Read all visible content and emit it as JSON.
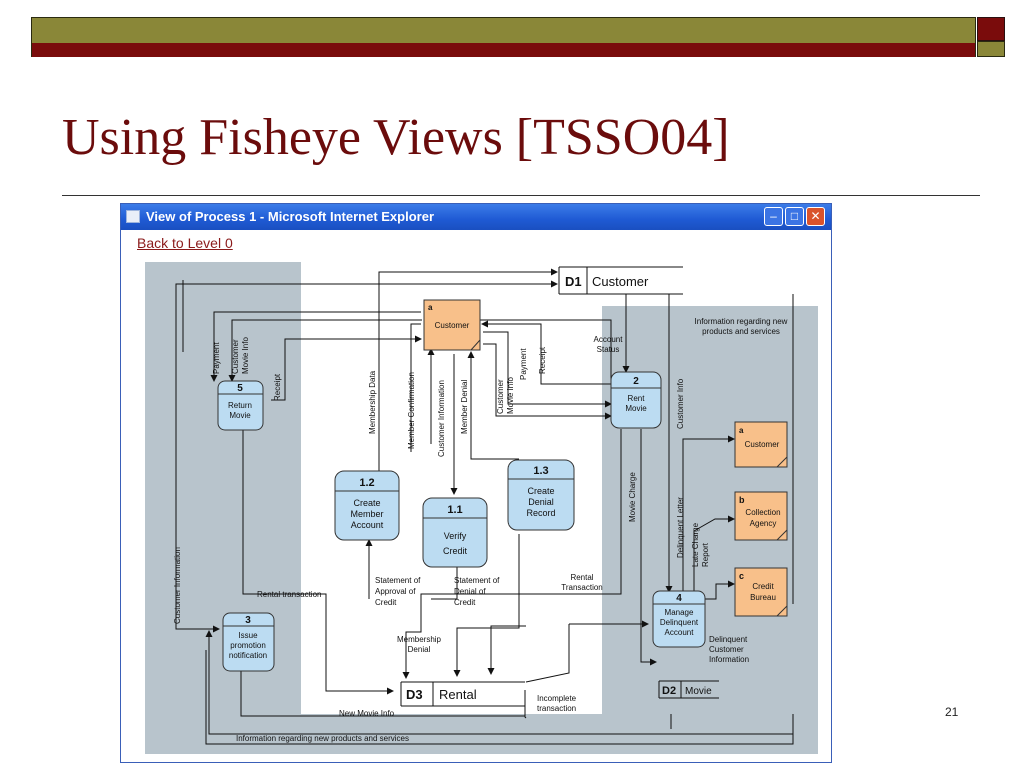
{
  "slide": {
    "title": "Using Fisheye Views [TSSO04]",
    "page_number": "21"
  },
  "browser": {
    "window_title": "View of Process 1 - Microsoft Internet Explorer",
    "back_link": "Back to Level 0"
  },
  "data_stores": {
    "d1": {
      "id": "D1",
      "name": "Customer"
    },
    "d2": {
      "id": "D2",
      "name": "Movie"
    },
    "d3": {
      "id": "D3",
      "name": "Rental"
    }
  },
  "external_entities": {
    "customer_top": {
      "letter": "a",
      "name": "Customer"
    },
    "customer_right": {
      "letter": "a",
      "name": "Customer"
    },
    "collection_agency": {
      "letter": "b",
      "name": [
        "Collection",
        "Agency"
      ]
    },
    "credit_bureau": {
      "letter": "c",
      "name": [
        "Credit",
        "Bureau"
      ]
    }
  },
  "processes": {
    "p1_1": {
      "number": "1.1",
      "name": [
        "Verify",
        "Credit"
      ]
    },
    "p1_2": {
      "number": "1.2",
      "name": [
        "Create",
        "Member",
        "Account"
      ]
    },
    "p1_3": {
      "number": "1.3",
      "name": [
        "Create",
        "Denial",
        "Record"
      ]
    },
    "p2": {
      "number": "2",
      "name": [
        "Rent",
        "Movie"
      ]
    },
    "p3": {
      "number": "3",
      "name": [
        "Issue",
        "promotion",
        "notification"
      ]
    },
    "p4": {
      "number": "4",
      "name": [
        "Manage",
        "Delinquent",
        "Account"
      ]
    },
    "p5": {
      "number": "5",
      "name": [
        "Return",
        "Movie"
      ]
    }
  },
  "flow_labels": {
    "payment_5": "Payment",
    "customer_movie_info_5": [
      "Customer",
      "Movie Info"
    ],
    "receipt_5": "Receipt",
    "membership_data": "Membership Data",
    "member_confirmation": "Member Confirmation",
    "customer_information_v": "Customer Information",
    "member_denial": "Member Denial",
    "customer_movie_info_2": [
      "Customer",
      "Movie Info"
    ],
    "payment_2": "Payment",
    "receipt_2": "Receipt",
    "account_status": [
      "Account",
      "Status"
    ],
    "info_new_products_top": [
      "Information regarding new",
      "products and services"
    ],
    "customer_info": "Customer Info",
    "movie_charge": "Movie Charge",
    "delinquent_letter": "Delinquent Letter",
    "late_charge_report": [
      "Late Charge",
      "Report"
    ],
    "statement_approval": [
      "Statement of",
      "Approval of",
      "Credit"
    ],
    "statement_denial": [
      "Statement of",
      "Denial of",
      "Credit"
    ],
    "rental_transaction_left": "Rental transaction",
    "rental_transaction_right": [
      "Rental",
      "Transaction"
    ],
    "membership_denial": [
      "Membership",
      "Denial"
    ],
    "customer_information_left": "Customer Information",
    "delinquent_customer_information": [
      "Delinquent",
      "Customer",
      "Information"
    ],
    "incomplete_transaction": [
      "Incomplete",
      "transaction"
    ],
    "new_movie_info": "New Movie Info",
    "info_new_products_bottom": "Information regarding new products and services"
  },
  "colors": {
    "top_bar_olive": "#8a8738",
    "top_bar_red": "#7a0c0c",
    "title_text": "#6b0c0c",
    "panel_shade": "#b8c4cc",
    "entity_fill": "#f8c08a",
    "process_fill": "#bcdcf2",
    "ie_title_blue": "#1f5ad4"
  }
}
